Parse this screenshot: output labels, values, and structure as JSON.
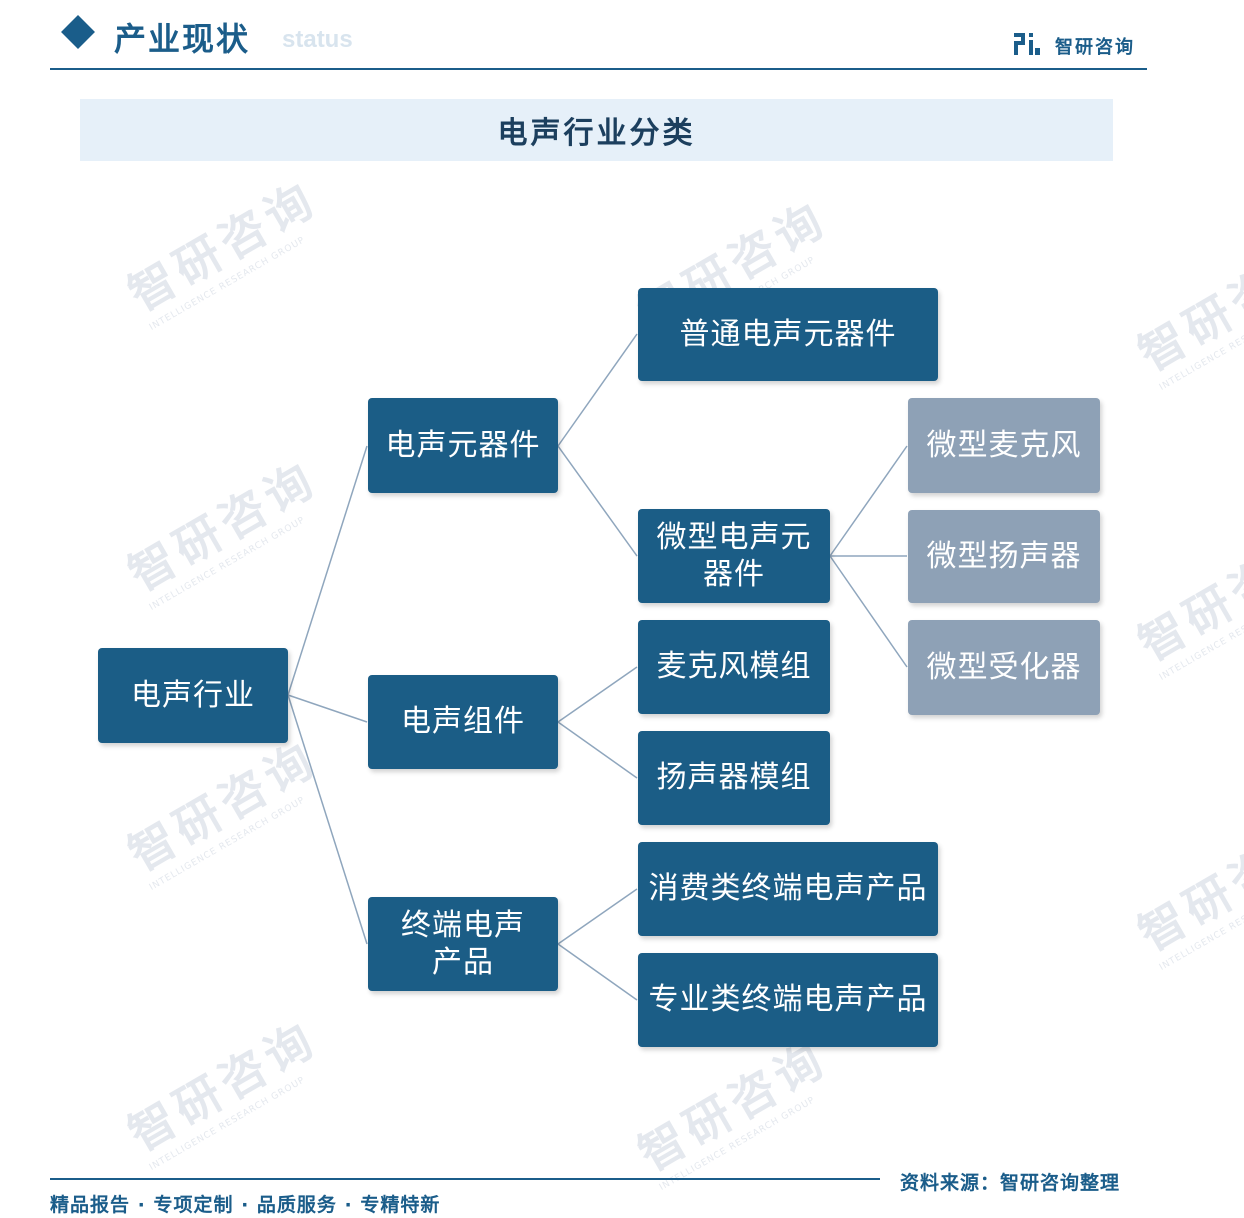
{
  "header": {
    "title": "产业现状",
    "subtitle": "status",
    "brand": "智研咨询"
  },
  "diagram": {
    "title": "电声行业分类",
    "nodes": {
      "root": "电声行业",
      "components": "电声元器件",
      "common_components": "普通电声元器件",
      "micro_components": "微型电声元器件",
      "micro_microphone": "微型麦克风",
      "micro_speaker": "微型扬声器",
      "micro_receiver": "微型受化器",
      "assemblies": "电声组件",
      "mic_module": "麦克风模组",
      "speaker_module": "扬声器模组",
      "terminal_products": "终端电声产品",
      "consumer_terminal": "消费类终端电声产品",
      "pro_terminal": "专业类终端电声产品"
    },
    "edges": [
      [
        "root",
        "components"
      ],
      [
        "root",
        "assemblies"
      ],
      [
        "root",
        "terminal_products"
      ],
      [
        "components",
        "common_components"
      ],
      [
        "components",
        "micro_components"
      ],
      [
        "micro_components",
        "micro_microphone"
      ],
      [
        "micro_components",
        "micro_speaker"
      ],
      [
        "micro_components",
        "micro_receiver"
      ],
      [
        "assemblies",
        "mic_module"
      ],
      [
        "assemblies",
        "speaker_module"
      ],
      [
        "terminal_products",
        "consumer_terminal"
      ],
      [
        "terminal_products",
        "pro_terminal"
      ]
    ],
    "colors": {
      "primary_node": "#1b5d86",
      "secondary_node": "#8ea1b6",
      "link": "#8fa6bd",
      "accent": "#1b5d8a"
    }
  },
  "footer": {
    "slogan": "精品报告 · 专项定制 · 品质服务 · 专精特新",
    "source": "资料来源：智研咨询整理"
  },
  "watermark": {
    "text": "智研咨询",
    "sub": "INTELLIGENCE RESEARCH GROUP"
  }
}
